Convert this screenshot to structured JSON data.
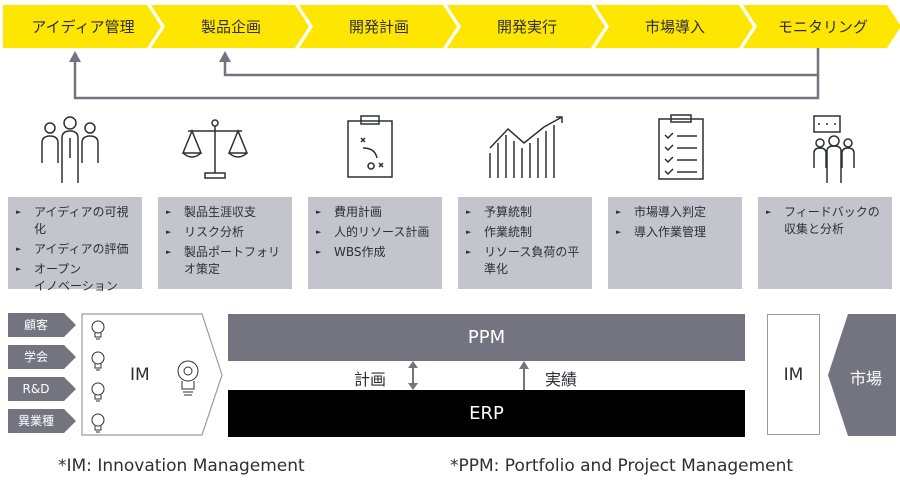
{
  "phases": [
    "アイディア管理",
    "製品企画",
    "開発計画",
    "開発実行",
    "市場導入",
    "モニタリング"
  ],
  "icons": [
    "people-icon",
    "scale-icon",
    "strategy-board-icon",
    "growth-chart-icon",
    "checklist-icon",
    "feedback-icon"
  ],
  "boxes": [
    [
      "アイディアの可視化",
      "アイディアの評価",
      "オープン\nイノベーション"
    ],
    [
      "製品生涯収支",
      "リスク分析",
      "製品ポートフォリオ策定"
    ],
    [
      "費用計画",
      "人的リソース計画",
      "WBS作成"
    ],
    [
      "予算統制",
      "作業統制",
      "リソース負荷の平準化"
    ],
    [
      "市場導入判定",
      "導入作業管理"
    ],
    [
      "フィードバックの収集と分析"
    ]
  ],
  "sources": [
    "顧客",
    "学会",
    "R&D",
    "異業種"
  ],
  "im_label": "IM",
  "ppm_label": "PPM",
  "erp_label": "ERP",
  "plan_label": "計画",
  "actual_label": "実績",
  "im_right_label": "IM",
  "market_label": "市場",
  "footnotes": {
    "im": "*IM: Innovation Management",
    "ppm": "*PPM: Portfolio and Project Management"
  },
  "colors": {
    "yellow": "#ffe600",
    "gray": "#747480",
    "light_gray": "#c4c4cd",
    "black": "#000000"
  }
}
